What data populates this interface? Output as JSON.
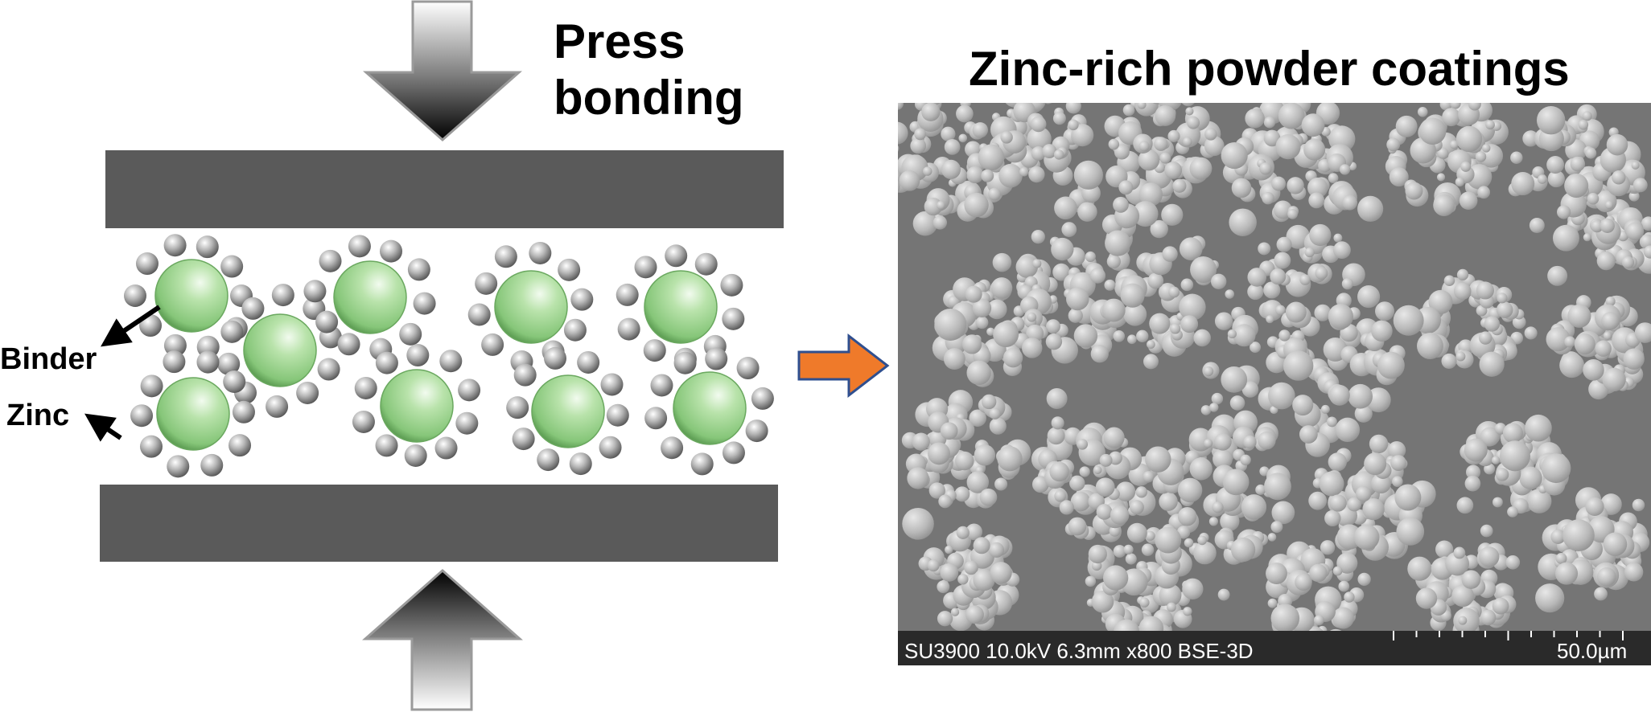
{
  "diagram": {
    "press_title": [
      "Press",
      "bonding"
    ],
    "binder_label": "Binder",
    "zinc_label": "Zinc",
    "sem_title": "Zinc-rich powder coatings",
    "sem_caption": "SU3900 10.0kV 6.3mm x800 BSE-3D",
    "sem_scale": "50.0µm"
  },
  "colors": {
    "plate": "#5a5a5a",
    "binder": "#a8d89a",
    "zinc": "#a0a0a0",
    "flow_arrow": "#ef7a2a",
    "flow_arrow_outline": "#2f4f8f",
    "sem_background": "#757575",
    "sem_particle": "#c4c4c4"
  }
}
